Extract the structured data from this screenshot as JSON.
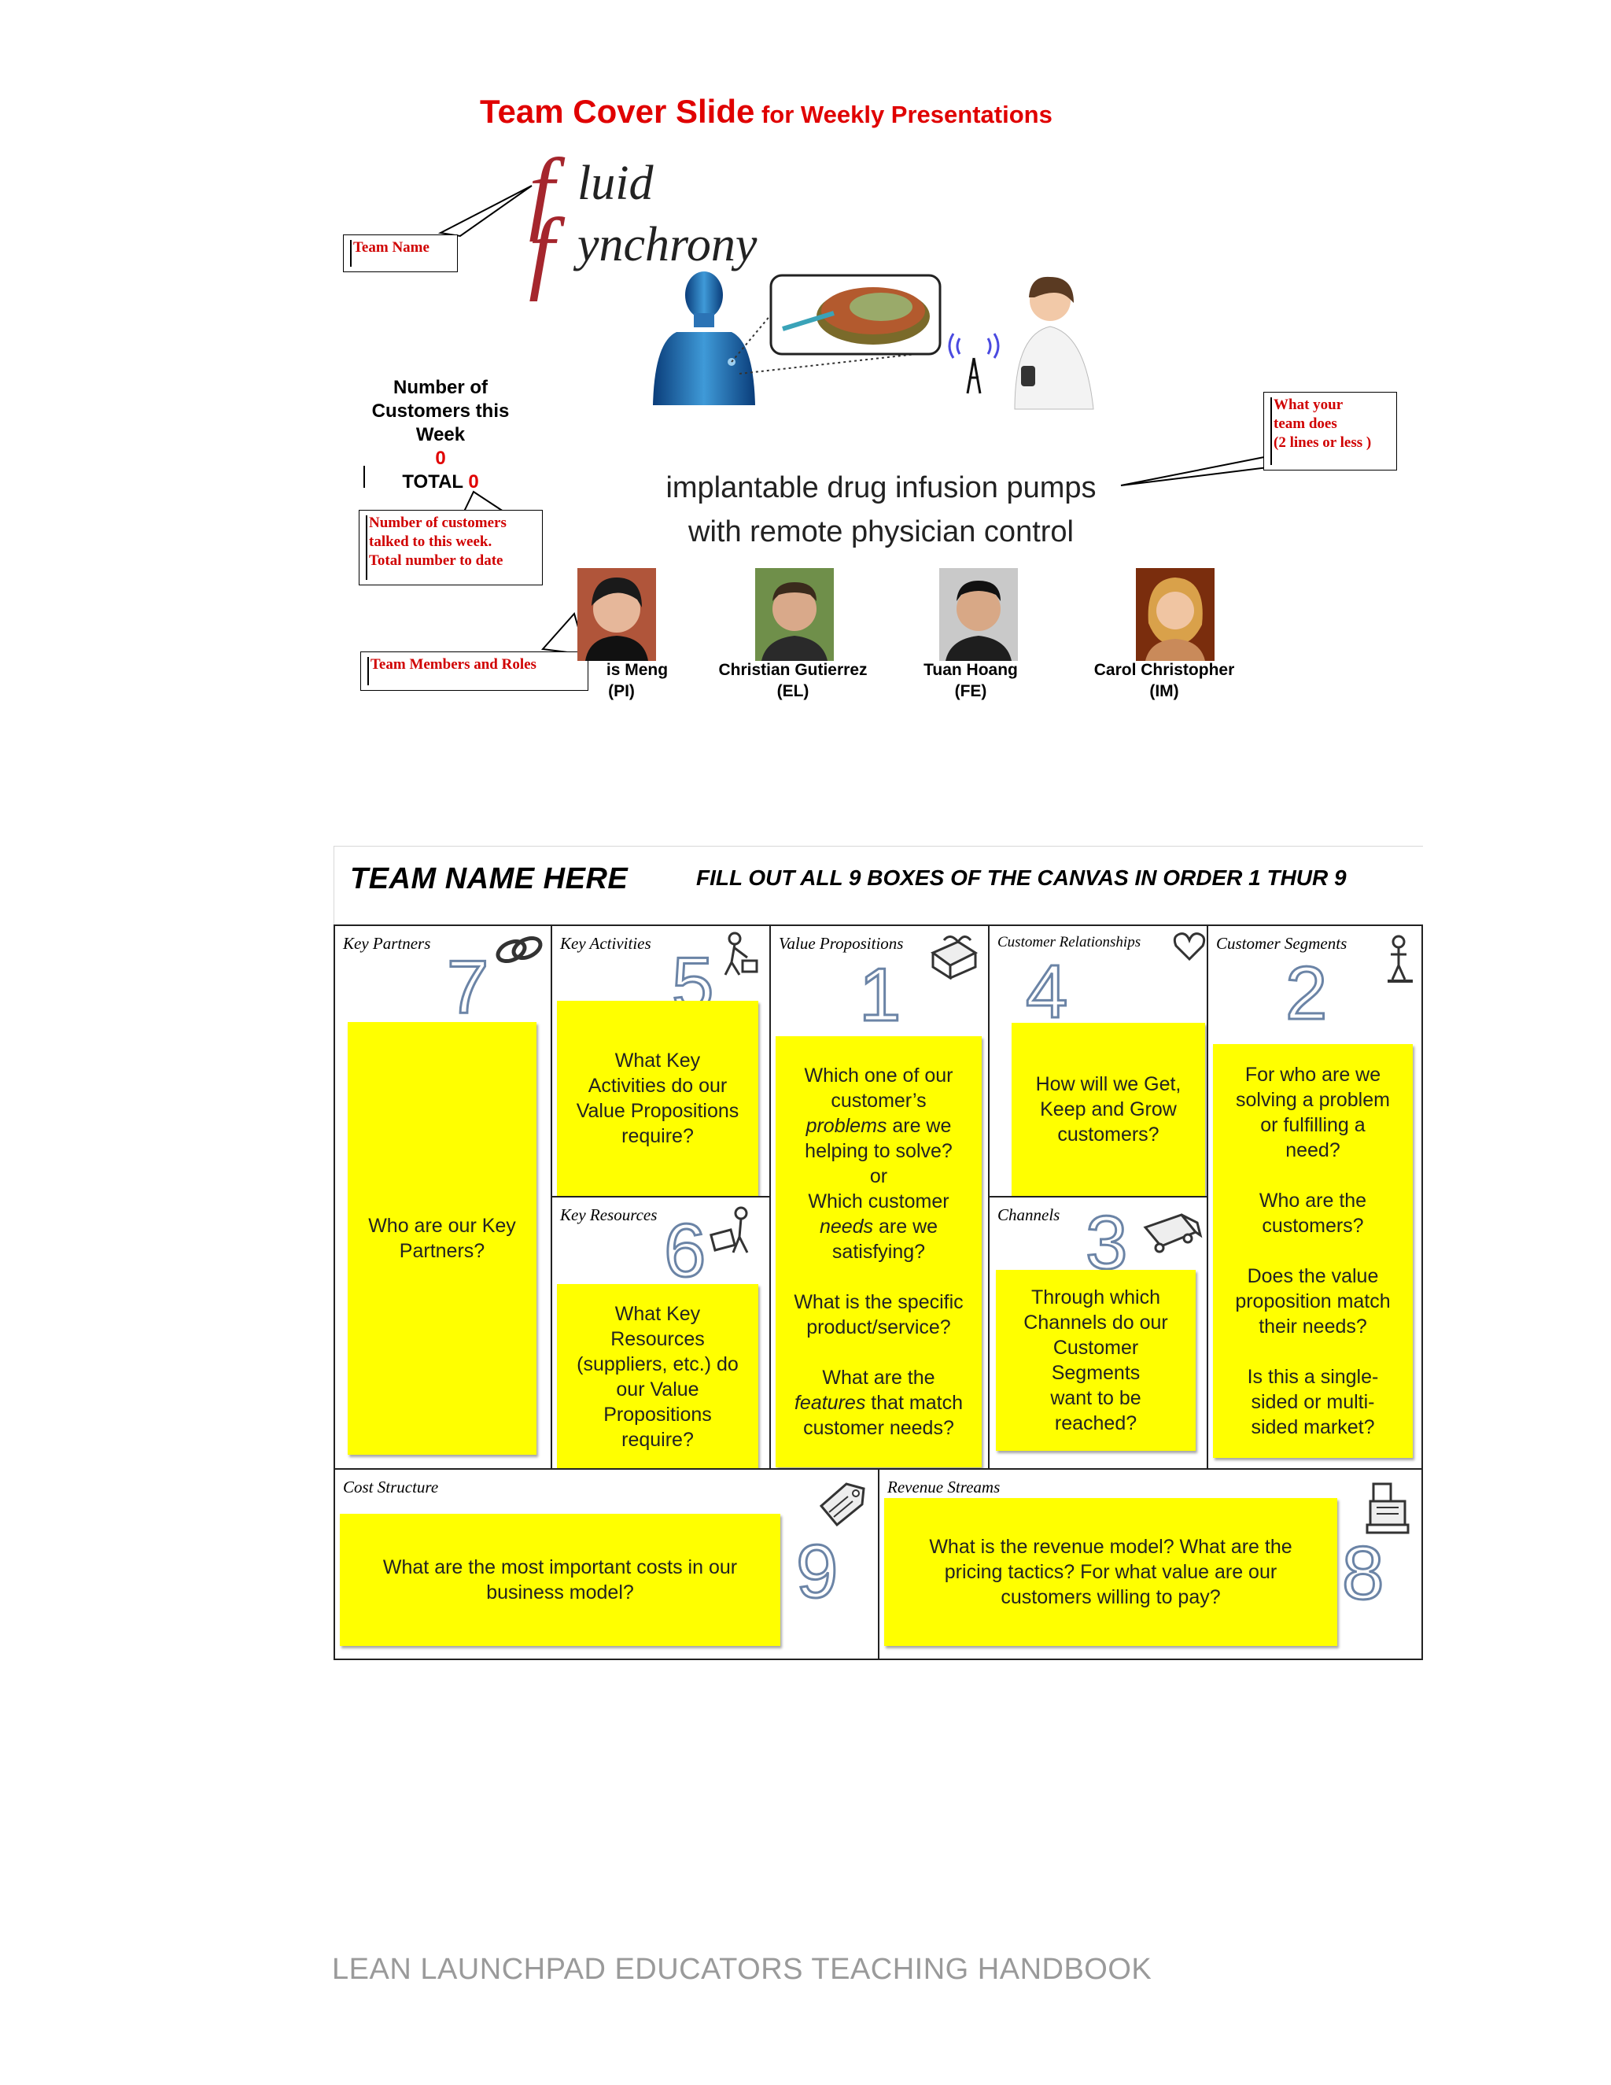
{
  "cover": {
    "title_big": "Team Cover Slide",
    "title_small": " for Weekly Presentations",
    "logo": {
      "f_glyph": "f",
      "word1": "luid",
      "word2": "ynchrony"
    },
    "callouts": {
      "team_name": "Team Name",
      "what_team_does": "What your\nteam does\n(2 lines or less )",
      "customers": "Number of customers\ntalked to this week.\nTotal number to date",
      "members": "Team Members and Roles"
    },
    "customers": {
      "label": "Number of\nCustomers this\nWeek",
      "week_count": "0",
      "total_label": "TOTAL",
      "total_count": "0"
    },
    "tagline": "implantable drug infusion pumps\nwith remote physician control",
    "members": [
      {
        "name": "is Meng",
        "role": "(PI)"
      },
      {
        "name": "Christian Gutierrez",
        "role": "(EL)"
      },
      {
        "name": "Tuan Hoang",
        "role": "(FE)"
      },
      {
        "name": "Carol Christopher",
        "role": "(IM)"
      }
    ]
  },
  "canvas": {
    "team_placeholder": "TEAM NAME HERE",
    "instruction": "FILL OUT ALL 9 BOXES OF THE CANVAS IN ORDER 1 THUR 9",
    "cells": {
      "key_partners": {
        "title": "Key Partners",
        "number": "7",
        "icon": "chain-link-icon",
        "text": "Who are our Key\nPartners?"
      },
      "key_activities": {
        "title": "Key Activities",
        "number": "5",
        "icon": "worker-icon",
        "text": "What Key\nActivities do our\nValue Propositions\nrequire?"
      },
      "key_resources": {
        "title": "Key Resources",
        "number": "6",
        "icon": "forklift-worker-icon",
        "text": "What Key\nResources\n(suppliers, etc.) do\nour Value\nPropositions\nrequire?"
      },
      "value_propositions": {
        "title": "Value Propositions",
        "number": "1",
        "icon": "gift-box-icon",
        "text_parts": {
          "p1a": "Which one of our\ncustomer’s\n",
          "p1b": "problems",
          "p1c": " are we\nhelping to solve?\nor\nWhich customer\n",
          "p1d": "needs",
          "p1e": " are we\nsatisfying?",
          "p2": "What is the specific\nproduct/service?",
          "p3a": "What are the\n",
          "p3b": "features",
          "p3c": " that match\ncustomer needs?"
        }
      },
      "customer_relationships": {
        "title": "Customer Relationships",
        "number": "4",
        "icon": "heart-icon",
        "text": "How will we Get,\nKeep and Grow\ncustomers?"
      },
      "channels": {
        "title": "Channels",
        "number": "3",
        "icon": "truck-icon",
        "text": "Through which\nChannels do our\nCustomer\nSegments\nwant to be\nreached?"
      },
      "customer_segments": {
        "title": "Customer Segments",
        "number": "2",
        "icon": "person-icon",
        "text": "For who are we\nsolving a problem\nor fulfilling a\nneed?\n\nWho are the\ncustomers?\n\nDoes the value\nproposition match\ntheir needs?\n\nIs this a single-\nsided or multi-\nsided market?"
      },
      "cost_structure": {
        "title": "Cost Structure",
        "number": "9",
        "icon": "price-tag-icon",
        "text": "What are the most important costs in our\nbusiness model?"
      },
      "revenue_streams": {
        "title": "Revenue Streams",
        "number": "8",
        "icon": "cash-register-icon",
        "text": "What is the revenue model? What are the\npricing tactics? For what value are our\ncustomers willing to pay?"
      }
    }
  },
  "footer": "LEAN LAUNCHPAD EDUCATORS TEACHING HANDBOOK"
}
